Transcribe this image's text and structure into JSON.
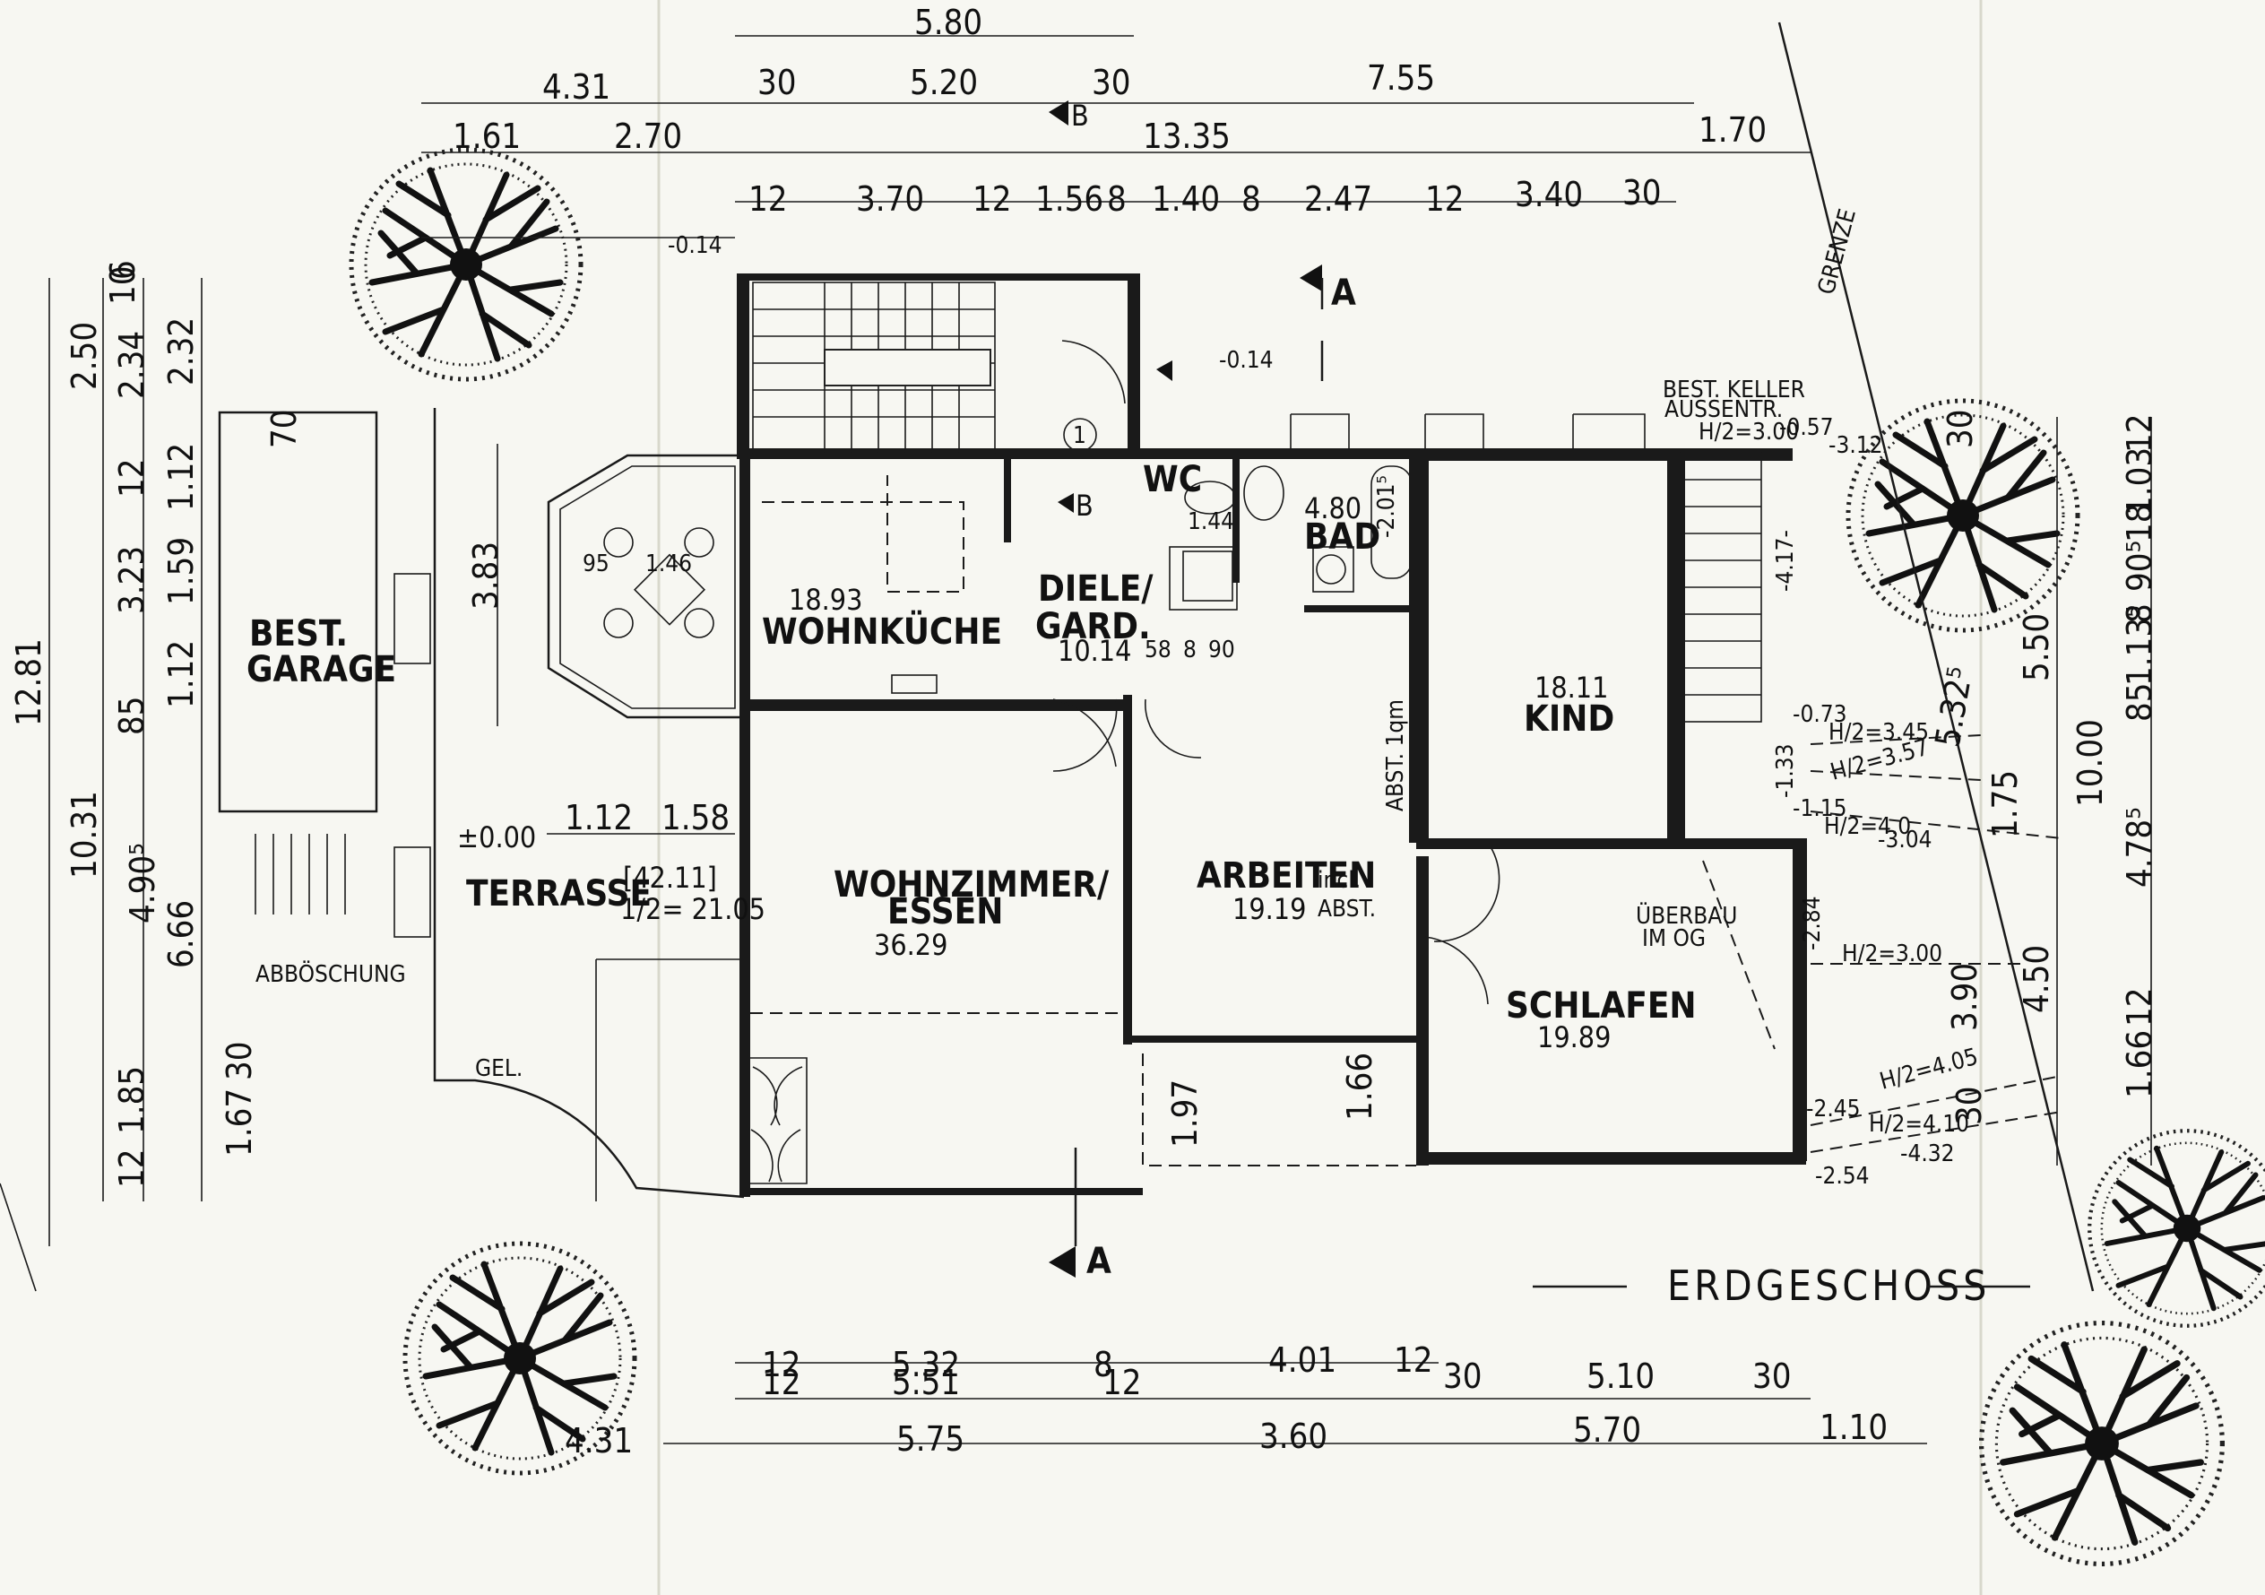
{
  "plan": {
    "title": "ERDGESCHOSS",
    "section_label": "A",
    "marker_b": "B",
    "circle_1": "1",
    "rooms": {
      "wohnkueche": {
        "name": "WOHNKÜCHE",
        "area": "18.93"
      },
      "diele": {
        "name1": "DIELE/",
        "name2": "GARD.",
        "area": "10.14"
      },
      "wc": {
        "name": "WC"
      },
      "bad": {
        "name": "BAD",
        "area": "4.80"
      },
      "kind": {
        "name": "KIND",
        "area": "18.11"
      },
      "wohnzimmer": {
        "name1": "WOHNZIMMER/",
        "name2": "ESSEN",
        "area": "36.29"
      },
      "arbeiten": {
        "name": "ARBEITEN",
        "suffix": "incl.",
        "area": "19.19",
        "abst": "ABST."
      },
      "schlafen": {
        "name": "SCHLAFEN",
        "area": "19.89"
      },
      "terrasse": {
        "name": "TERRASSE",
        "area_a": "[42.11]",
        "area_b": "1/2= 21.05"
      },
      "garage": {
        "name1": "BEST.",
        "name2": "GARAGE"
      }
    },
    "notes": {
      "abboeschung": "ABBÖSCHUNG",
      "gel": "GEL.",
      "grenze": "GRENZE",
      "keller1": "BEST. KELLER",
      "keller2": "AUSSENTR.",
      "abst_1qm": "ABST. 1qm",
      "ueberbau1": "ÜBERBAU",
      "ueberbau2": "IM OG",
      "h_345": "H/2=3.45",
      "h_357": "H/2=3.57",
      "h_40": "H/2=4.0",
      "h_300": "H/2=3.00",
      "h_300b": "H/2=3.00",
      "h_405": "H/2=4.05",
      "h_410": "H/2=4.10",
      "h_level_000": "±0.00",
      "bad_step": "-2.01⁵",
      "table_95": "95",
      "table_146": "1.46",
      "wc_144": "1.44"
    },
    "dims_top": {
      "r1_580": "5.80",
      "r2_431": "4.31",
      "r2_30a": "30",
      "r2_520": "5.20",
      "r2_30b": "30",
      "r2_755": "7.55",
      "r3_161": "1.61",
      "r3_270": "2.70",
      "r3_1335": "13.35",
      "r3_170": "1.70",
      "r4_12a": "12",
      "r4_370": "3.70",
      "r4_12b": "12",
      "r4_156": "1.56",
      "r4_8a": "8",
      "r4_140": "1.40",
      "r4_8b": "8",
      "r4_247": "2.47",
      "r4_12c": "12",
      "r4_340": "3.40",
      "r4_30": "30"
    },
    "dims_bottom": {
      "b1_12a": "12",
      "b1_532": "5.32",
      "b1_8": "8",
      "b1_401": "4.01",
      "b1_12b": "12",
      "b2_12a": "12",
      "b2_551": "5.51",
      "b2_12b": "12",
      "b2_30a": "30",
      "b2_510": "5.10",
      "b2_30b": "30",
      "b3_431": "4.31",
      "b3_575": "5.75",
      "b3_360": "3.60",
      "b3_570": "5.70",
      "b3_110": "1.10"
    },
    "dims_left": {
      "l_1281": "12.81",
      "l_1031": "10.31",
      "l_4905": "4.90⁵",
      "l_250": "2.50",
      "l_234": "2.34",
      "l_232": "2.32",
      "l_1006": "10",
      "l_6": "6",
      "l_12": "12",
      "l_112a": "1.12",
      "l_323": "3.23",
      "l_159": "1.59",
      "l_112b": "1.12",
      "l_85": "85",
      "l_666": "6.66",
      "l_185": "1.85",
      "l_12b": "12",
      "l_30": "30",
      "l_167": "1.67",
      "l_70": "70",
      "l_383": "3.83",
      "l_112c": "1.12",
      "l_158": "1.58"
    },
    "dims_inner": {
      "d_58": "58",
      "d_8": "8",
      "d_90": "90",
      "d_197": "1.97",
      "d_166": "1.66"
    },
    "dims_right": {
      "r_12": "12",
      "r_103": "1.03",
      "r_18": "18",
      "r_905": "90⁵",
      "r_8": "8",
      "r_1135": "1.13⁵",
      "r_85": "85",
      "r_1000": "10.00",
      "r_550": "5.50",
      "r_478": "4.78⁵",
      "r_390": "3.90",
      "r_450": "4.50",
      "r_12b": "12",
      "r_166": "1.66",
      "r_30": "30",
      "r_30b": "30",
      "r_175": "1.75",
      "r_5325": "5.32⁵"
    },
    "levels": {
      "lv_014a": "-0.14",
      "lv_014b": "-0.14",
      "lv_057": "-0.57",
      "lv_312": "-3.12",
      "lv_417": "-4.17-",
      "lv_073": "-0.73",
      "lv_133": "-1.33",
      "lv_115": "-1.15",
      "lv_304": "-3.04",
      "lv_284": "-2.84",
      "lv_245": "-2.45",
      "lv_254": "-2.54",
      "lv_432": "-4.32"
    }
  }
}
